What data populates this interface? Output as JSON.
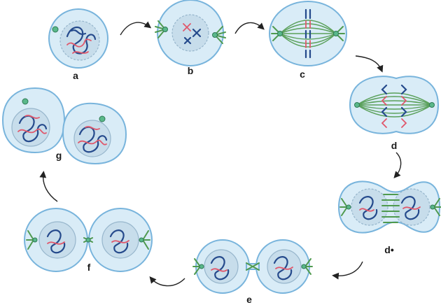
{
  "diagram": {
    "stage_labels": {
      "a": "a",
      "b": "b",
      "c": "c",
      "d": "d",
      "d_prime": "d•",
      "e": "e",
      "f": "f",
      "g": "g"
    },
    "colors": {
      "cell_fill": "#d9ecf7",
      "cell_outline": "#78b4dc",
      "nucleus_fill": "#c7ddeb",
      "spindle_green": "#4f9a4f",
      "chromatid_blue": "#254a8c",
      "chromatid_red": "#e0576b",
      "arrow": "#222222"
    }
  }
}
